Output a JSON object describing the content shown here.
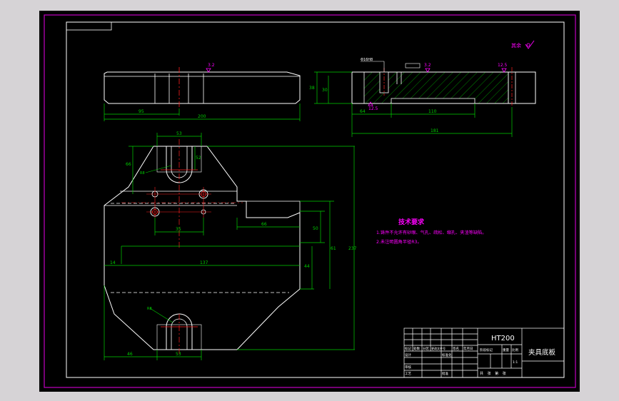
{
  "colors": {
    "paper": "#000000",
    "frame_magenta": "#c000c0",
    "line_white": "#ffffff",
    "dim_green": "#00d000",
    "center_red": "#ff2020",
    "text_magenta": "#ff00ff",
    "hatch_green": "#00c000",
    "window_gray": "#d6d3d6"
  },
  "roughness": {
    "top_label": "其余",
    "side_view": "3.2",
    "section_left": "3.2",
    "section_right": "12.5",
    "section_bottom": "12.5"
  },
  "side_view": {
    "dim_bottom_inner": "95",
    "dim_bottom_total": "200"
  },
  "section_view": {
    "note_top": "Φ16H8",
    "dim_height_outer": "38",
    "dim_height_inner": "30",
    "dim_bottom_left": "64",
    "dim_bottom_mid": "110",
    "dim_total": "181"
  },
  "plan_view": {
    "dim_slot_top_width": "53",
    "dim_slot_depth": "52",
    "dim_left_top": "66",
    "dim_radius_top": "R8",
    "dim_hole_spacing": "35",
    "dim_step_x": "66",
    "dim_step_y": "50",
    "dim_right_61": "61",
    "dim_right_44": "44",
    "dim_overall_height": "237",
    "dim_left_14": "14",
    "dim_width_137": "137",
    "dim_radius_bottom": "R8",
    "dim_bottom_left": "46",
    "dim_slot_bottom_width": "53"
  },
  "tech_requirements": {
    "title": "技术要求",
    "line1": "1.铸件不允许有砂眼、气孔、疏松、缩孔、夹渣等缺陷。",
    "line2": "2.未注明圆角半径R3。"
  },
  "title_block": {
    "material": "HT200",
    "part_name": "夹具底板",
    "row_labels": [
      "标记",
      "处数",
      "分区",
      "更改文件号",
      "签名",
      "年月日"
    ],
    "designer_label": "设计",
    "reviewer_label": "审核",
    "process_label": "工艺",
    "standardize_label": "标准化",
    "approve_label": "批准",
    "stage_label": "阶段标记",
    "weight_label": "重量",
    "scale_label": "比例",
    "scale_value": "1:1",
    "sheets_label": "共 张 第 张"
  }
}
